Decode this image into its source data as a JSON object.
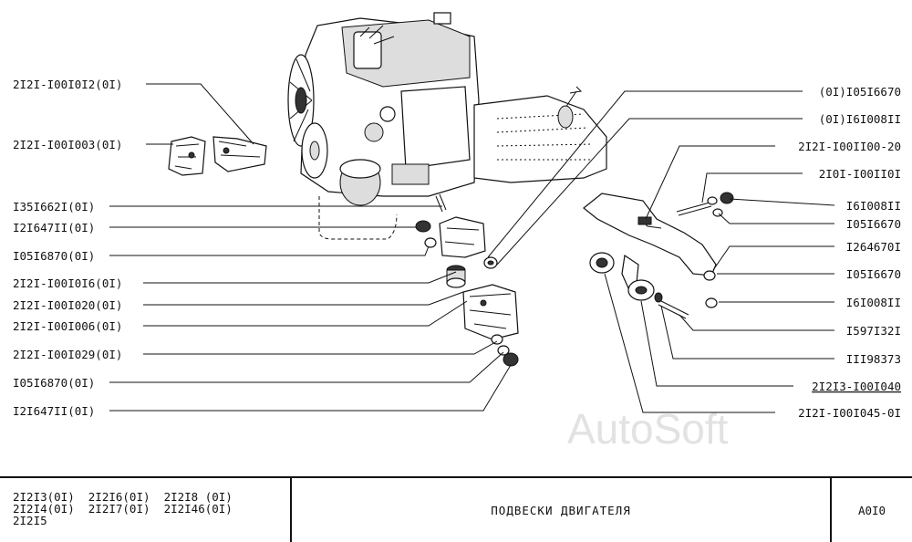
{
  "left_labels": [
    "2I2I-I00I0I2(0I)",
    "2I2I-I00I003(0I)",
    "I35I662I(0I)",
    "I2I647II(0I)",
    "I05I6870(0I)",
    "2I2I-I00I0I6(0I)",
    "2I2I-I00I020(0I)",
    "2I2I-I00I006(0I)",
    "2I2I-I00I029(0I)",
    "I05I6870(0I)",
    "I2I647II(0I)"
  ],
  "right_labels": [
    "(0I)I05I6670",
    "(0I)I6I008II",
    "2I2I-I00II00-20",
    "2I0I-I00II0I",
    "I6I008II",
    "I05I6670",
    "I264670I",
    "I05I6670",
    "I6I008II",
    "I597I32I",
    "III98373",
    "2I2I3-I00I040",
    "2I2I-I00I045-0I"
  ],
  "watermark": "AutoSoft",
  "footer": {
    "models": [
      "2I2I3(0I)  2I2I6(0I)  2I2I8 (0I)",
      "2I2I4(0I)  2I2I7(0I)  2I2I46(0I)",
      "2I2I5"
    ],
    "title": "ПОДВЕСКИ  ДВИГАТЕЛЯ",
    "code": "A0I0"
  }
}
